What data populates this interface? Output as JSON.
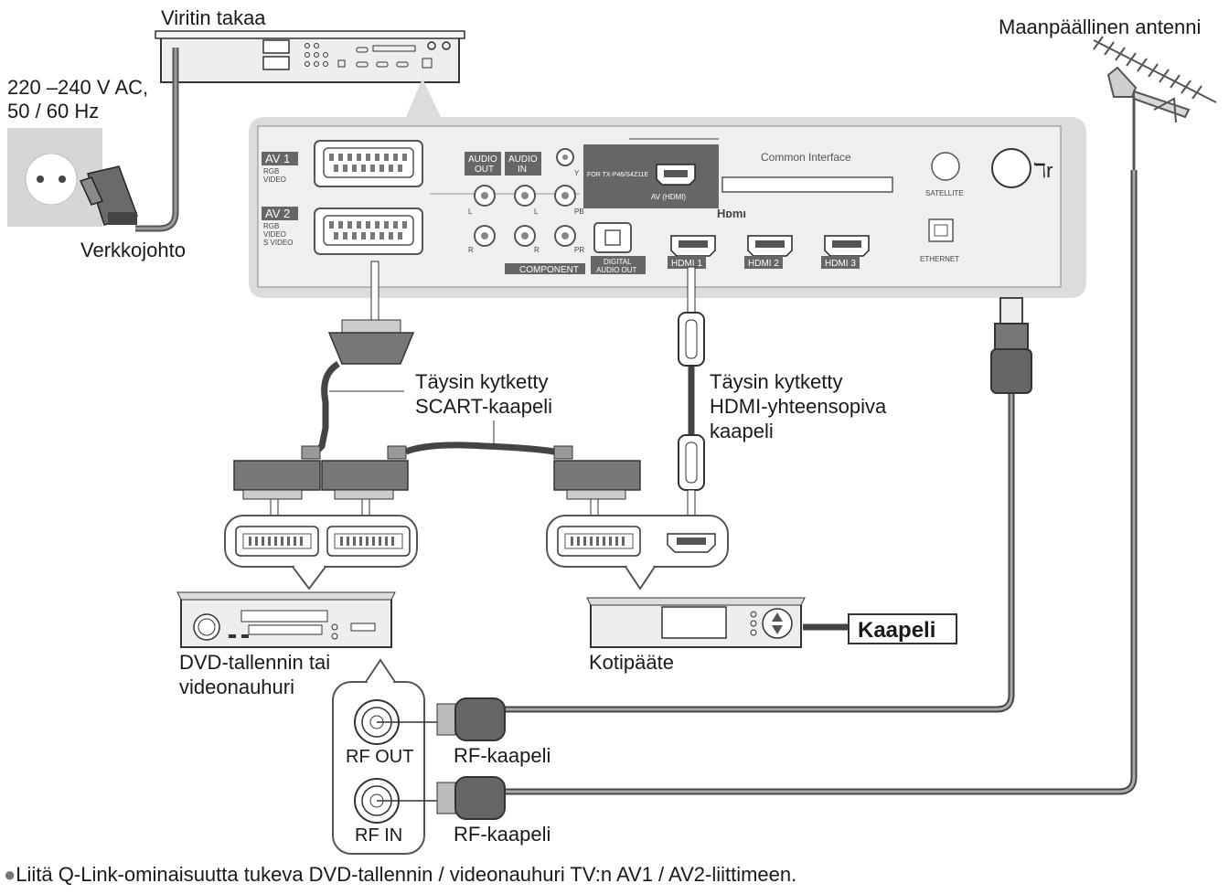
{
  "labels": {
    "tuner_back": "Viritin takaa",
    "power_spec_line1": "220 –240 V AC,",
    "power_spec_line2": "50 / 60 Hz",
    "power_cord": "Verkkojohto",
    "terrestrial_antenna": "Maanpäällinen antenni",
    "scart_cable_line1": "Täysin kytketty",
    "scart_cable_line2": "SCART-kaapeli",
    "hdmi_cable_line1": "Täysin kytketty",
    "hdmi_cable_line2": "HDMI-yhteensopiva",
    "hdmi_cable_line3": "kaapeli",
    "recorder_line1": "DVD-tallennin tai",
    "recorder_line2": "videonauhuri",
    "set_top_box": "Kotipääte",
    "cable_input": "Kaapeli",
    "rf_out": "RF OUT",
    "rf_in": "RF IN",
    "rf_cable_1": "RF-kaapeli",
    "rf_cable_2": "RF-kaapeli"
  },
  "panel": {
    "av1": "AV 1",
    "av1_sub1": "RGB",
    "av1_sub2": "VIDEO",
    "av2": "AV 2",
    "av2_sub1": "RGB",
    "av2_sub2": "VIDEO",
    "av2_sub3": "S VIDEO",
    "audio_out_1": "AUDIO",
    "audio_out_2": "OUT",
    "audio_in_1": "AUDIO",
    "audio_in_2": "IN",
    "component": "COMPONENT",
    "digital_audio_1": "DIGITAL",
    "digital_audio_2": "AUDIO OUT",
    "for_model": "FOR TX-P46/S4Z11E",
    "av_hdmi": "AV (HDMI)",
    "hdmi_logo": "Hᴅmı",
    "hdmi1": "HDMI 1",
    "hdmi2": "HDMI 2",
    "hdmi3": "HDMI 3",
    "common_interface": "Common Interface",
    "satellite": "SATELLITE",
    "ethernet": "ETHERNET",
    "l1": "L",
    "r1": "R",
    "l2": "L",
    "r2": "R",
    "y": "Y",
    "pb": "PB",
    "pr": "PR"
  },
  "note": "Liitä Q-Link-ominaisuutta tukeva DVD-tallennin / videonauhuri TV:n AV1 / AV2-liittimeen."
}
